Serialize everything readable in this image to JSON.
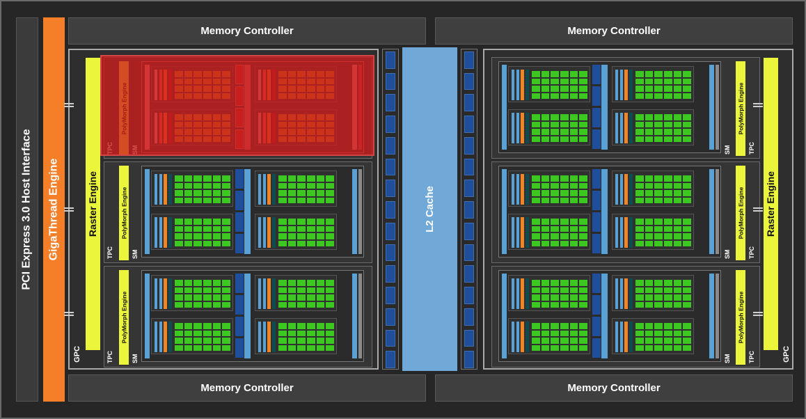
{
  "labels": {
    "memory_controller": "Memory Controller",
    "pcie": "PCI Express 3.0 Host Interface",
    "gigathread": "GigaThread Engine",
    "l2": "L2 Cache",
    "raster": "Raster Engine",
    "polymorph": "PolyMorph Engine",
    "gpc": "GPC",
    "tpc": "TPC",
    "sm": "SM"
  },
  "colors": {
    "background": "#262626",
    "gigathread": "#f47f28",
    "raster_polymorph": "#eaf53c",
    "cuda_core": "#3cc820",
    "l2_cache": "#70a8d8",
    "highlight": "#cd1c1c"
  },
  "structure": {
    "gpc_count": 2,
    "tpc_per_gpc": 3,
    "sm_per_tpc": 1,
    "highlighted_tpc": "left GPC, top TPC"
  }
}
